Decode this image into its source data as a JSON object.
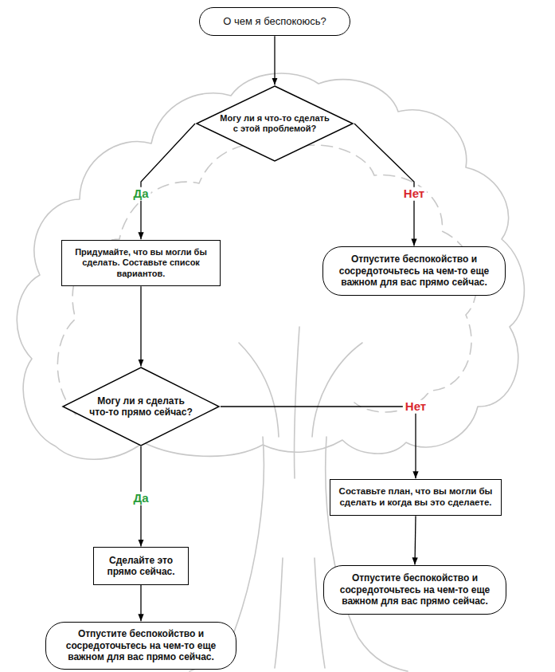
{
  "diagram": {
    "nodes": [
      {
        "text": [
          "О чем я беспокоюсь?"
        ]
      },
      {
        "text": [
          "Могу ли я что-то сделать с этой проблемой?"
        ]
      },
      {
        "text": [
          "Придумайте, что вы могли бы сделать. Составьте список вариантов."
        ]
      },
      {
        "text": [
          "Отпустите беспокойство и сосредоточьтесь на чем-то еще важном для вас прямо сейчас."
        ]
      },
      {
        "text": [
          "Могу ли я сделать что-то прямо сейчас?"
        ]
      },
      {
        "text": [
          "Составьте план, что вы могли бы сделать и когда вы это сделаете."
        ]
      },
      {
        "text": [
          "Сделайте это прямо сейчас."
        ]
      },
      {
        "text": [
          "Отпустите беспокойство и сосредоточьтесь на чем-то еще важном для вас прямо сейчас."
        ]
      },
      {
        "text": [
          "Отпустите беспокойство и сосредоточьтесь на чем-то еще важном для вас прямо сейчас."
        ]
      }
    ],
    "edges": [
      {
        "from": 0,
        "to": 1,
        "arrow": "to"
      },
      {
        "from": 1,
        "to": 2,
        "label": "Да",
        "arrow": "to"
      },
      {
        "from": 1,
        "to": 3,
        "label": "Нет",
        "arrow": "to"
      },
      {
        "from": 2,
        "to": 4,
        "arrow": "to"
      },
      {
        "from": 4,
        "to": 6,
        "label": "Да",
        "arrow": "to"
      },
      {
        "from": 4,
        "to": 5,
        "label": "Нет",
        "arrow": "to"
      },
      {
        "from": 5,
        "to": 7,
        "arrow": "to"
      },
      {
        "from": 6,
        "to": 8,
        "arrow": "to"
      }
    ]
  }
}
